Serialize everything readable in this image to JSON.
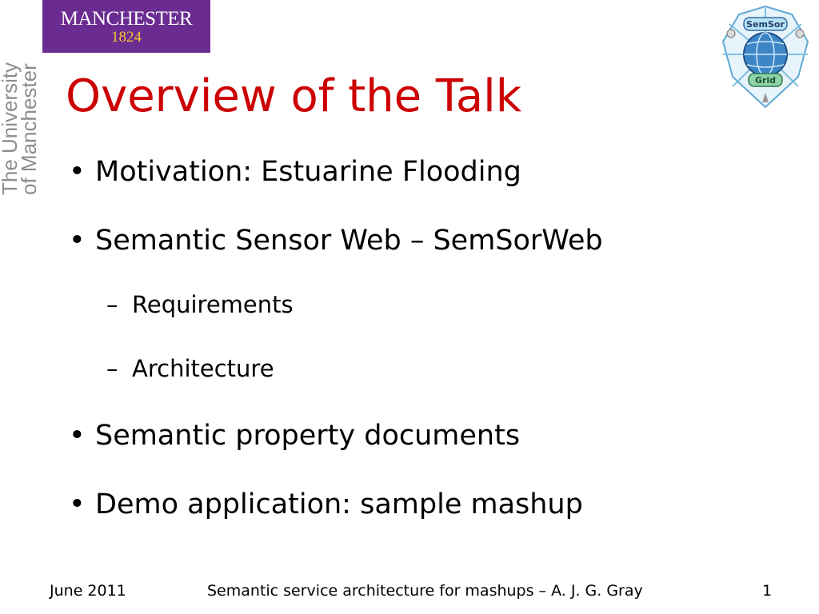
{
  "logo": {
    "name": "MANCHESTER",
    "year": "1824",
    "brand_color": "#6b2c91",
    "accent_color": "#f2c230"
  },
  "vertical_logo": {
    "line1": "The University",
    "line2": "of Manchester"
  },
  "title": "Overview of the Talk",
  "bullets": [
    {
      "level": 1,
      "marker": "•",
      "text": "Motivation: Estuarine Flooding"
    },
    {
      "level": 1,
      "marker": "•",
      "text": "Semantic Sensor Web – SemSorWeb"
    },
    {
      "level": 2,
      "marker": "–",
      "text": "Requirements"
    },
    {
      "level": 2,
      "marker": "–",
      "text": "Architecture"
    },
    {
      "level": 1,
      "marker": "•",
      "text": "Semantic property documents"
    },
    {
      "level": 1,
      "marker": "•",
      "text": "Demo application: sample mashup"
    }
  ],
  "project_logo": {
    "top_text": "SemSor",
    "bottom_text": "Grid",
    "icon": "semsorgrid-globe-logo"
  },
  "footer": {
    "date": "June 2011",
    "center": "Semantic service architecture for mashups – A. J. G. Gray",
    "page": "1"
  },
  "colors": {
    "title": "#cc0000",
    "text": "#000000",
    "vertical_logo": "#8c8c8c"
  }
}
